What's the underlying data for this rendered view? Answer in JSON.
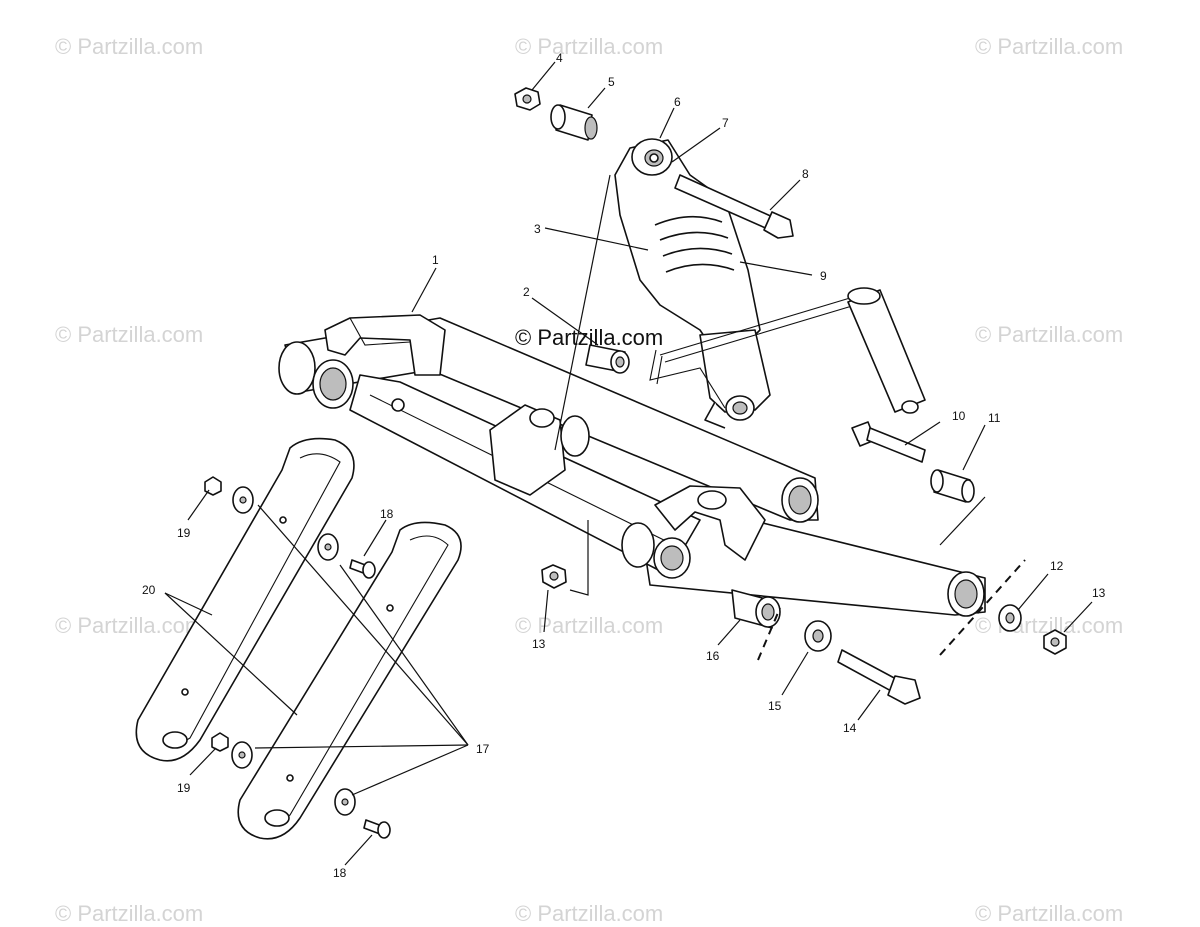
{
  "watermarks": [
    "© Partzilla.com",
    "© Partzilla.com",
    "© Partzilla.com",
    "© Partzilla.com",
    "© Partzilla.com",
    "© Partzilla.com",
    "© Partzilla.com",
    "© Partzilla.com",
    "© Partzilla.com",
    "© Partzilla.com",
    "© Partzilla.com",
    "© Partzilla.com"
  ],
  "center_watermark": "© Partzilla.com",
  "callouts": {
    "c1": "1",
    "c2": "2",
    "c3": "3",
    "c4": "4",
    "c5": "5",
    "c6": "6",
    "c7": "7",
    "c8": "8",
    "c9": "9",
    "c10": "10",
    "c11": "11",
    "c12": "12",
    "c13a": "13",
    "c13b": "13",
    "c14": "14",
    "c15": "15",
    "c16": "16",
    "c17": "17",
    "c18a": "18",
    "c18b": "18",
    "c19a": "19",
    "c19b": "19",
    "c20": "20"
  },
  "colors": {
    "line": "#111111",
    "shade": "#bdbdbd",
    "watermark": "#d4d4d4"
  }
}
